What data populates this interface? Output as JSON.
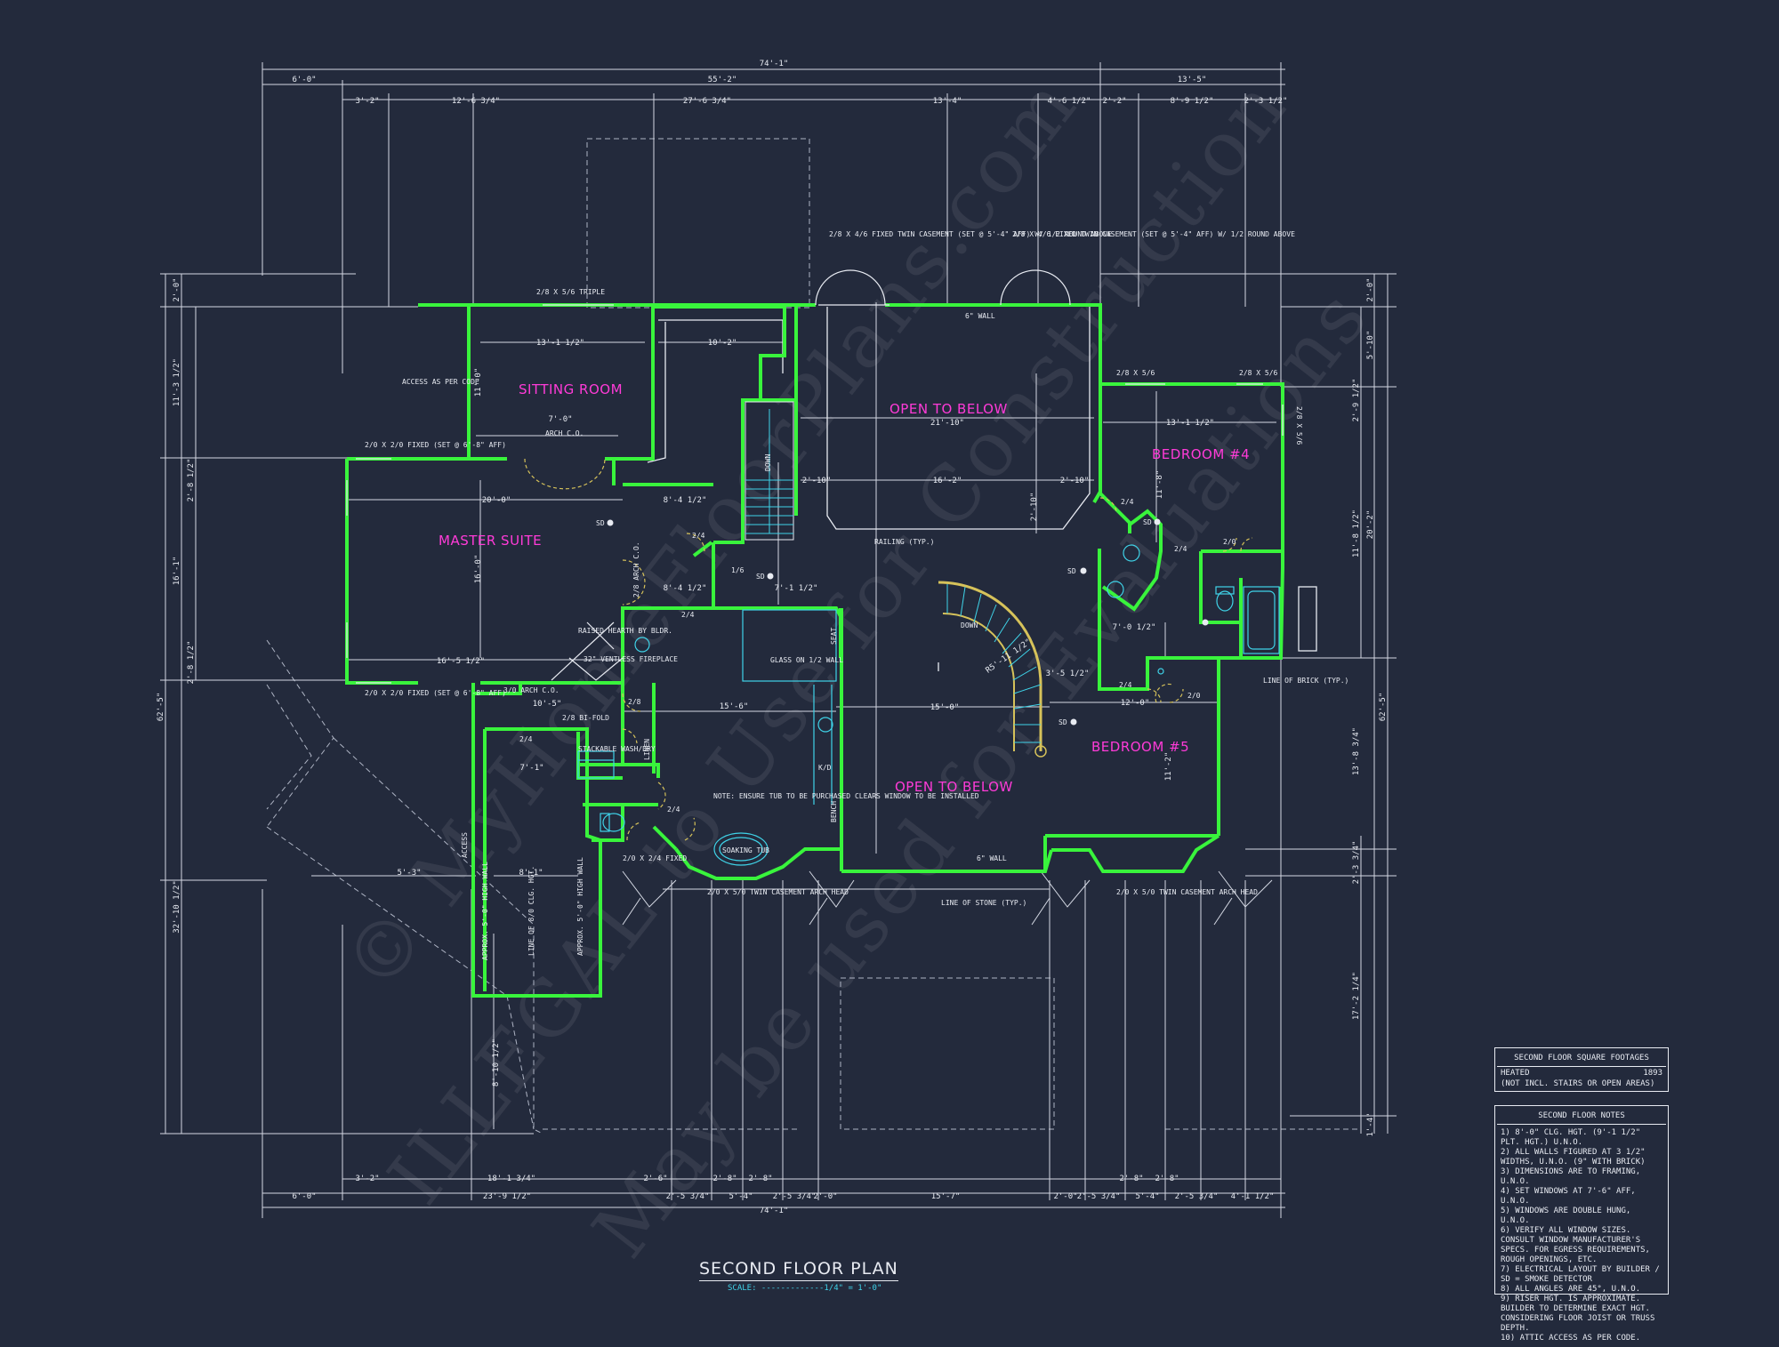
{
  "rooms": {
    "sitting_room": "SITTING ROOM",
    "master_suite": "MASTER SUITE",
    "open_to_below_1": "OPEN TO BELOW",
    "open_to_below_2": "OPEN TO BELOW",
    "bedroom_4": "BEDROOM #4",
    "bedroom_5": "BEDROOM #5"
  },
  "dimensions": {
    "top_overall": "74'-1\"",
    "top_a": "6'-0\"",
    "top_b": "55'-2\"",
    "top_c": "13'-5\"",
    "top_r1": "3'-2\"",
    "top_r2": "12'-6 3/4\"",
    "top_r3": "27'-6 3/4\"",
    "top_r4": "13'-4\"",
    "top_r5": "4'-6 1/2\"",
    "top_r6": "2'-2\"",
    "top_r7": "8'-9 1/2\"",
    "top_r8": "2'-3 1/2\"",
    "bot_overall": "74'-1\"",
    "bot_a": "6'-0\"",
    "bot_b": "23'-9 1/2\"",
    "bot_c": "2'-5 3/4\"",
    "bot_d": "5'-4\"",
    "bot_e": "2'-5 3/4\"",
    "bot_f": "2'-0\"",
    "bot_g": "15'-7\"",
    "bot_h": "2'-0\"",
    "bot_i": "2'-5 3/4\"",
    "bot_j": "5'-4\"",
    "bot_k": "2'-5 3/4\"",
    "bot_l": "4'-1 1/2\"",
    "bot_r1": "3'-2\"",
    "bot_r2": "18'-1 3/4\"",
    "bot_r3": "2'-6\"",
    "bot_r4": "2'-8\"",
    "bot_r5": "2'-8\"",
    "bot_r6": "2'-8\"",
    "bot_r7": "2'-8\"",
    "left_overall": "62'-5\"",
    "left_a": "2'-0\"",
    "left_b": "11'-3 1/2\"",
    "left_c": "2'-8 1/2\"",
    "left_d": "16'-1\"",
    "left_e": "2'-8 1/2\"",
    "left_f": "32'-10 1/2\"",
    "right_overall": "62'-5\"",
    "right_a": "2'-0\"",
    "right_b": "5'-10\"",
    "right_c": "2'-9 1/2\"",
    "right_d": "20'-2\"",
    "right_e": "13'-8 3/4\"",
    "right_f": "2'-3 3/4\"",
    "right_g": "17'-2 1/4\"",
    "right_h": "1'-4\"",
    "right_i": "11'-8 1/2\"",
    "sitting_w": "13'-1 1/2\"",
    "sitting_h": "11'-0\"",
    "master_w": "20'-0\"",
    "master_w2": "16'-5 1/2\"",
    "master_h": "16'-0\"",
    "closet_w": "10'-2\"",
    "otb_w": "21'-10\"",
    "otb_w2": "16'-2\"",
    "bed4_w": "13'-1 1/2\"",
    "bed4_h": "11'-8\"",
    "hall_w": "15'-6\"",
    "otb2_w": "15'-0\"",
    "bed5_w": "12'-0\"",
    "bed5_h": "11'-2\"",
    "stair_r": "R5'-11 1/2\"",
    "arch_w": "7'-0\"",
    "closet_a": "8'-4 1/2\"",
    "closet_b": "8'-4 1/2\"",
    "closet_c": "7'-1 1/2\"",
    "wic_w": "10'-5\"",
    "attic_w": "5'-3\"",
    "attic_w2": "8'-1\"",
    "attic_h": "8'-10 1/2\"",
    "bath_w": "7'-0 1/2\"",
    "dim_a": "2'-10\"",
    "dim_b": "2'-10\"",
    "dim_c": "2'-10\"",
    "dim_d": "3'-5 1/2\"",
    "dim_e": "7'-1\""
  },
  "notes": {
    "triple": "2/8 X 5/6 TRIPLE",
    "access": "ACCESS AS PER CODE",
    "fixed_left_top": "2/0 X 2/0 FIXED (SET @ 6'-8\" AFF)",
    "fixed_left_bot": "2/0 X 2/0 FIXED (SET @ 6'-8\" AFF)",
    "twin_case_1": "2/8 X 4/6 FIXED TWIN CASEMENT (SET @ 5'-4\" AFF) W/ 1/2 ROUND ABOVE",
    "twin_case_2": "2/8 X 4/6 FIXED TWIN CASEMENT (SET @ 5'-4\" AFF) W/ 1/2 ROUND ABOVE",
    "wall_6_1": "6\" WALL",
    "wall_6_2": "6\" WALL",
    "railing": "RAILING (TYP.)",
    "arch_co": "ARCH C.O.",
    "arch_co_2": "3/0 ARCH C.O.",
    "arch_co_3": "2/8 ARCH C.O.",
    "hearth": "RAISED HEARTH BY BLDR.",
    "fireplace": "32\" VENTLESS FIREPLACE",
    "bifold": "2/8 BI-FOLD",
    "stackable": "STACKABLE WASH/DRY",
    "linen": "LINEN",
    "glass": "GLASS ON 1/2 WALL",
    "tub_note": "NOTE: ENSURE TUB TO BE PURCHASED CLEARS WINDOW TO BE INSTALLED",
    "soaking": "SOAKING TUB",
    "bench": "BENCH",
    "seat": "SEAT",
    "kd": "K/D",
    "casement_l": "2/0 X 5/0 TWIN CASEMENT ARCH HEAD",
    "casement_r": "2/0 X 5/0 TWIN CASEMENT ARCH HEAD",
    "fixed_24": "2/0 X 2/4 FIXED",
    "stone": "LINE OF STONE (TYP.)",
    "brick": "LINE OF BRICK (TYP.)",
    "down_1": "DOWN",
    "down_2": "DOWN",
    "attic_a": "APPROX. 5'-0\" HIGH WALL",
    "attic_b": "LINE OF 8/0 CLG. HGT.",
    "attic_c": "APPROX. 5'-0\" HIGH WALL",
    "access_v": "ACCESS",
    "sd": "SD",
    "w_2_8x5_6": "2/8 X 5/6",
    "w_2_8x5_6b": "2/8 X 5/6",
    "w_2_8x5_6c": "2/8 X 5/6",
    "door_24": "2/4",
    "door_20": "2/0",
    "door_28": "2/8",
    "door_16": "1/6"
  },
  "sqft": {
    "header": "SECOND FLOOR SQUARE FOOTAGES",
    "heated_label": "HEATED",
    "heated_value": "1893",
    "heated_sub": "(NOT INCL. STAIRS OR OPEN AREAS)"
  },
  "floor_notes": {
    "header": "SECOND FLOOR NOTES",
    "items": [
      "1) 8'-0\" CLG. HGT. (9'-1 1/2\" PLT. HGT.) U.N.O.",
      "2) ALL WALLS FIGURED AT 3 1/2\" WIDTHS, U.N.O. (9\" WITH BRICK)",
      "3) DIMENSIONS ARE TO FRAMING, U.N.O.",
      "4) SET WINDOWS AT 7'-6\" AFF, U.N.O.",
      "5) WINDOWS ARE DOUBLE HUNG, U.N.O.",
      "6) VERIFY ALL WINDOW SIZES. CONSULT WINDOW MANUFACTURER'S SPECS. FOR EGRESS REQUIREMENTS, ROUGH OPENINGS, ETC.",
      "7) ELECTRICAL LAYOUT BY BUILDER / SD = SMOKE DETECTOR",
      "8) ALL ANGLES ARE 45°, U.N.O.",
      "9) RISER HGT. IS APPROXIMATE. BUILDER TO DETERMINE EXACT HGT. CONSIDERING FLOOR JOIST OR TRUSS DEPTH.",
      "10) ATTIC ACCESS AS PER CODE."
    ]
  },
  "plan_title": "SECOND FLOOR PLAN",
  "scale": "SCALE: -------------1/4\" = 1'-0\"",
  "watermark": {
    "line1": "© MyHomeFloorPlans.com",
    "line2": "ILLEGAL to Use for Construction",
    "line3": "May be used for Evaluations"
  },
  "colors": {
    "background": "#232a3c",
    "walls": "#39f43c",
    "lines": "#e8ebf2",
    "room_labels": "#ff3bd8",
    "fixtures": "#3fd3e8",
    "stair": "#d6c25a"
  }
}
